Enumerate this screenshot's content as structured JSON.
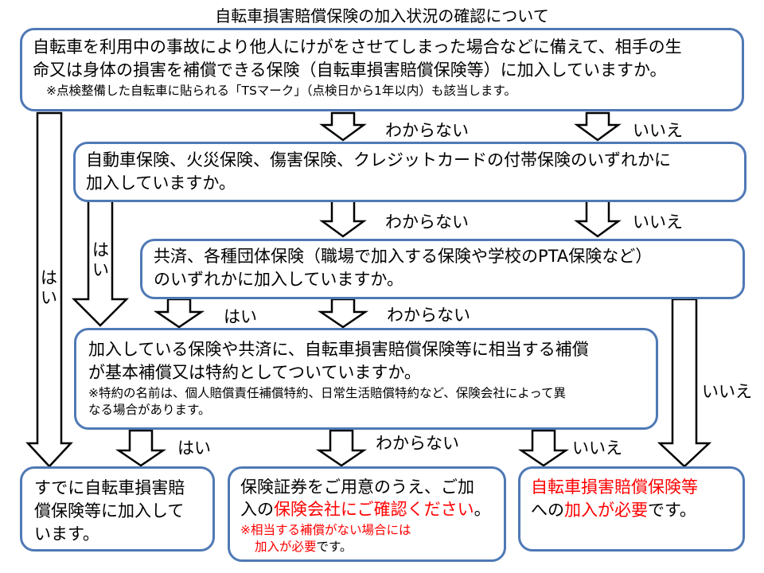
{
  "title": "自転車損害賠償保険の加入状況の確認について",
  "q1": {
    "line1": "自転車を利用中の事故により他人にけがをさせてしまった場合などに備えて、相手の生",
    "line2": "命又は身体の損害を補償できる保険（自転車損害賠償保険等）に加入していますか。",
    "note": "※点検整備した自転車に貼られる「TSマーク」（点検日から1年以内）も該当します。"
  },
  "q2": {
    "line1": "自動車保険、火災保険、傷害保険、クレジットカードの付帯保険のいずれかに",
    "line2": "加入していますか。"
  },
  "q3": {
    "line1": "共済、各種団体保険（職場で加入する保険や学校のPTA保険など）",
    "line2": "のいずれかに加入していますか。"
  },
  "q4": {
    "line1": "加入している保険や共済に、自転車損害賠償保険等に相当する補償",
    "line2": "が基本補償又は特約としてついていますか。",
    "note1": "※特約の名前は、個人賠償責任補償特約、日常生活賠償特約など、保険会社によって異",
    "note2": "なる場合があります。"
  },
  "labels": {
    "yes": "はい",
    "unknown": "わからない",
    "no": "いいえ",
    "yes_v1": "は",
    "yes_v2": "い"
  },
  "result_yes": {
    "line1": "すでに自転車損害賠",
    "line2": "償保険等に加入して",
    "line3": "います。"
  },
  "result_unknown": {
    "line1": "保険証券をご用意のうえ、ご加",
    "line2_a": "入の",
    "line2_b": "保険会社にご確認ください",
    "line2_c": "。",
    "note1": "※相当する補償がない場合には",
    "note2_a": "加入が必要",
    "note2_b": "です。"
  },
  "result_no": {
    "line1": "自転車損害賠償保険等",
    "line2_a": "への",
    "line2_b": "加入が必要",
    "line2_c": "です。"
  },
  "colors": {
    "border": "#4f79b5",
    "arrow": "#000000",
    "highlight": "#ff0000"
  }
}
